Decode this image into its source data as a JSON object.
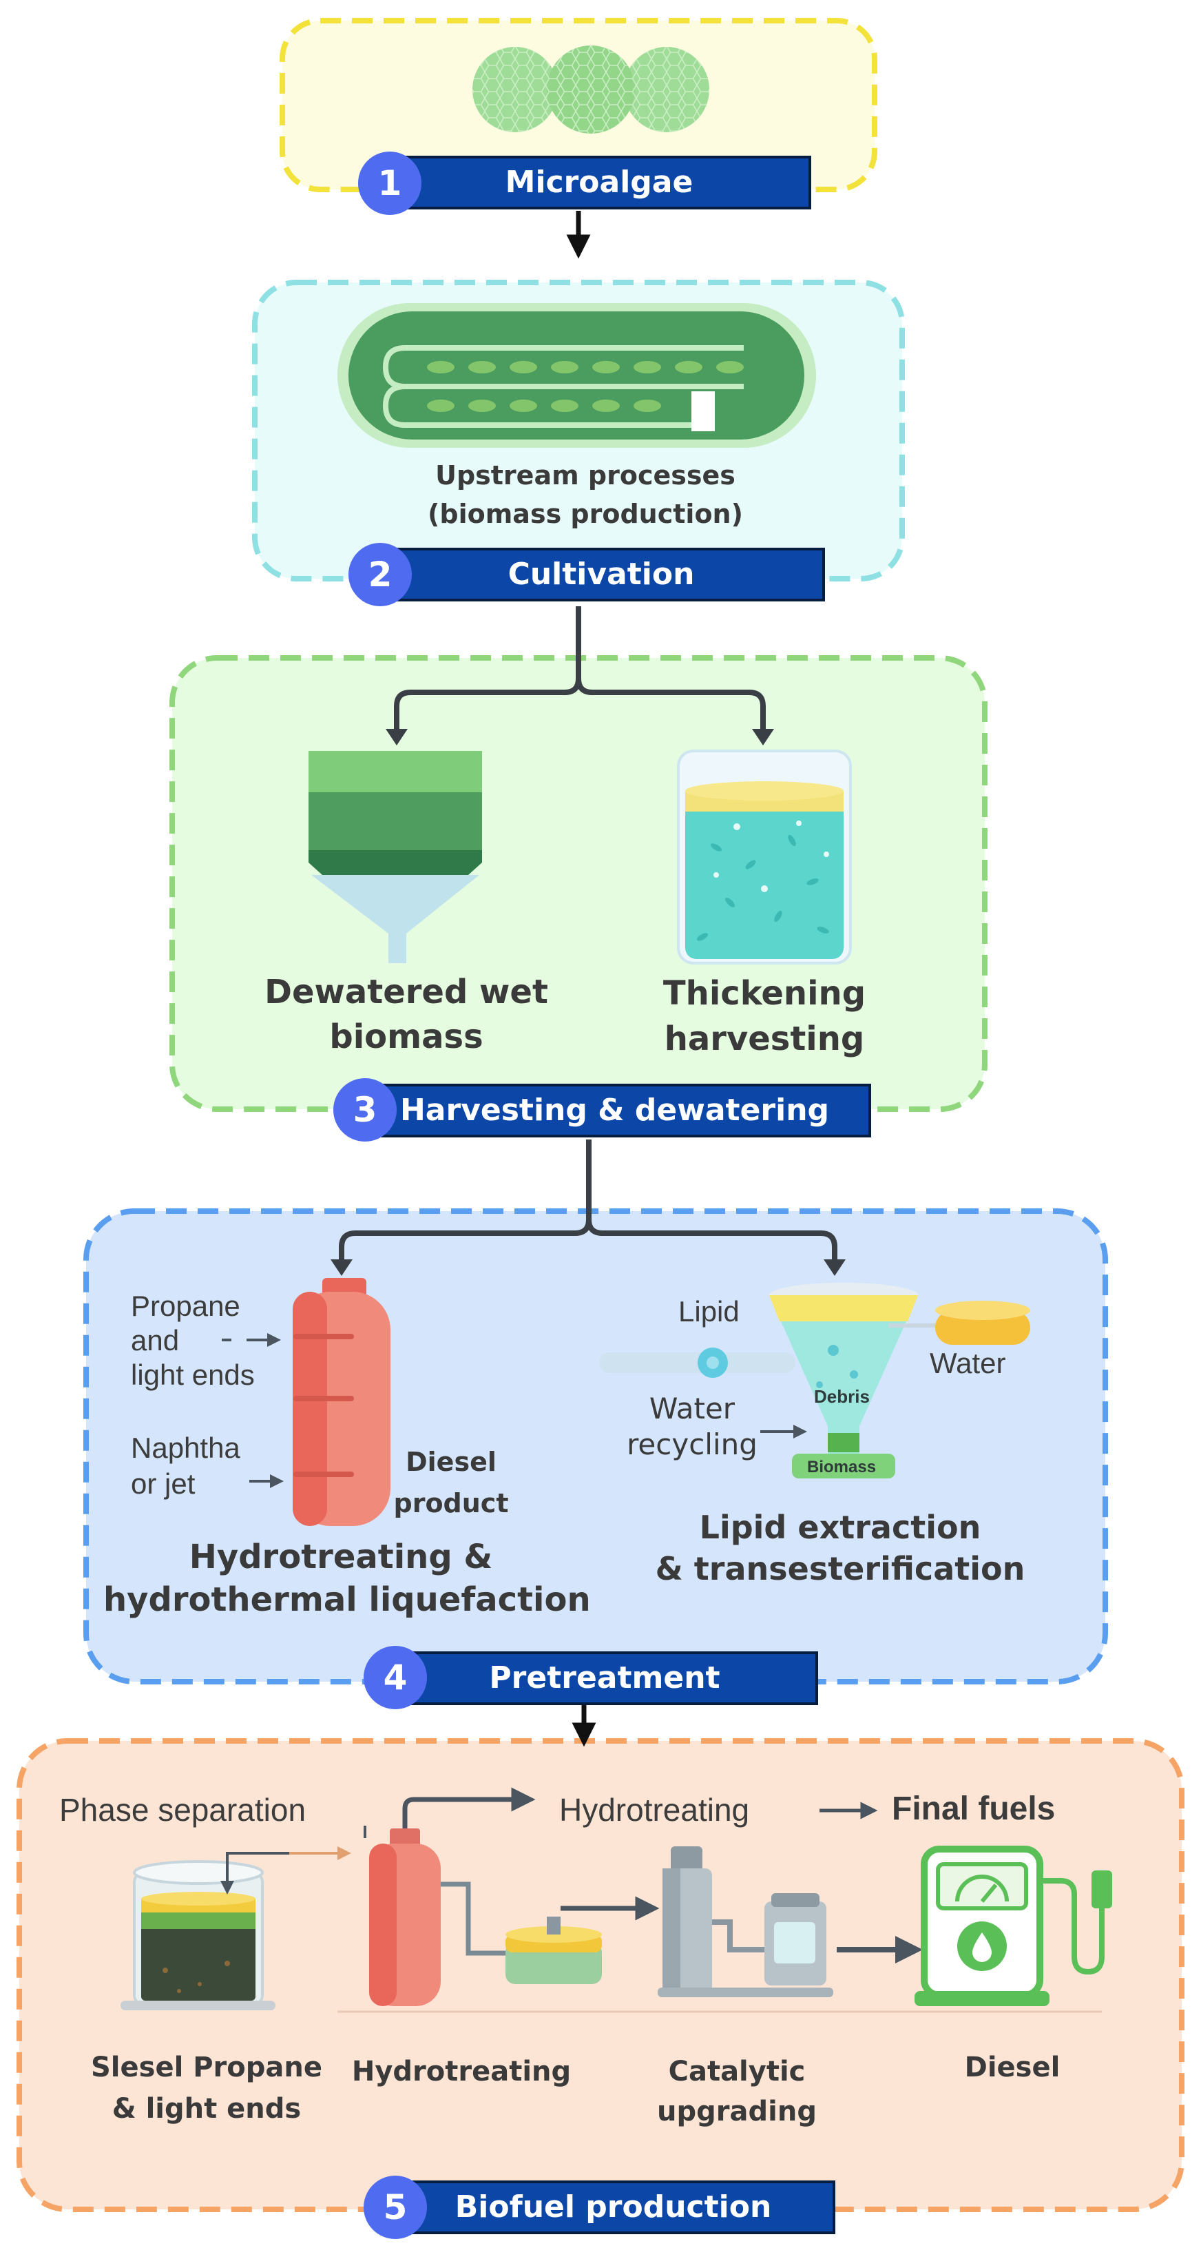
{
  "stages": [
    {
      "number": "1",
      "title": "Microalgae"
    },
    {
      "number": "2",
      "title": "Cultivation"
    },
    {
      "number": "3",
      "title": "Harvesting & dewatering"
    },
    {
      "number": "4",
      "title": "Pretreatment"
    },
    {
      "number": "5",
      "title": "Biofuel production"
    }
  ],
  "cultivation": {
    "line1": "Upstream processes",
    "line2": "(biomass production)"
  },
  "harvesting": {
    "left": {
      "line1": "Dewatered wet",
      "line2": "biomass"
    },
    "right": {
      "line1": "Thickening",
      "line2": "harvesting"
    }
  },
  "pretreatment": {
    "left_inputs": {
      "a1": "Propane",
      "a2": "and",
      "a3": "light ends",
      "b1": "Naphtha",
      "b2": "or jet"
    },
    "diesel": {
      "line1": "Diesel",
      "line2": "product"
    },
    "left_title": {
      "line1": "Hydrotreating &",
      "line2": "hydrothermal liquefaction"
    },
    "lipid": "Lipid",
    "water": "Water",
    "debris": "Debris",
    "biomass": "Biomass",
    "water_recycling": {
      "line1": "Water",
      "line2": "recycling"
    },
    "right_title": {
      "line1": "Lipid extraction",
      "line2": "& transesterification"
    }
  },
  "biofuel": {
    "phase_separation": "Phase separation",
    "hydrotreating_top": "Hydrotreating",
    "final_fuels": "Final fuels",
    "item1": {
      "line1": "Slesel Propane",
      "line2": "& light ends"
    },
    "item2": "Hydrotreating",
    "item3": {
      "line1": "Catalytic",
      "line2": "upgrading"
    },
    "item4": "Diesel"
  },
  "colors": {
    "stage1_border": "#f2e23a",
    "stage1_fill": "#fdfbe0",
    "stage2_border": "#8fe0e2",
    "stage2_fill": "#e8fbfb",
    "stage3_border": "#8fd67c",
    "stage3_fill": "#e6fce0",
    "stage4_border": "#5a9ef0",
    "stage4_fill": "#d5e6fc",
    "stage5_border": "#f5a466",
    "stage5_fill": "#fde5d6",
    "bar": "#0c47a8",
    "number_badge": "#4f6cf0"
  }
}
